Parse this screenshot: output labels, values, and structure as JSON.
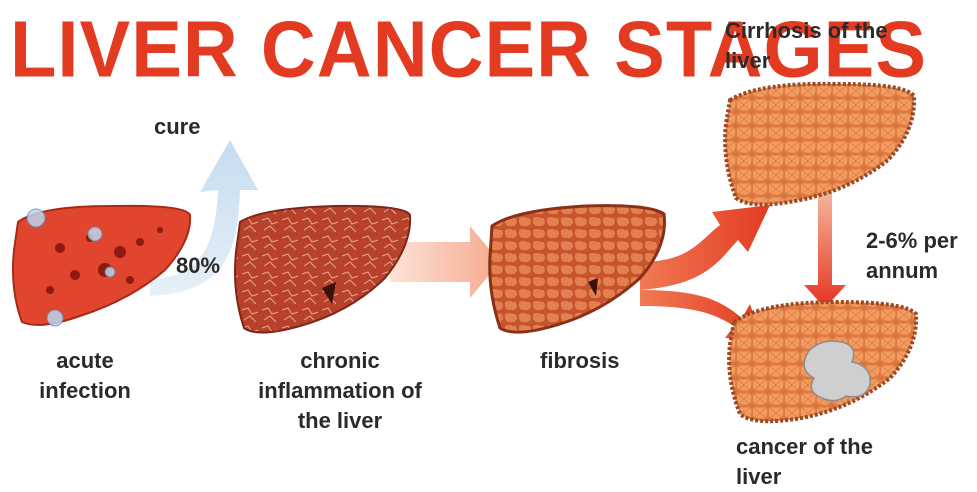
{
  "title": "LIVER CANCER STAGES",
  "labels": {
    "cure": "cure",
    "percent": "80%",
    "acute": [
      "acute",
      "infection"
    ],
    "chronic": [
      "chronic",
      "inflammation of",
      "the liver"
    ],
    "fibrosis": "fibrosis",
    "cirrhosis": [
      "Cirrhosis of the",
      "liver"
    ],
    "rate": [
      "2-6% per",
      "annum"
    ],
    "cancer": [
      "cancer of the",
      "liver"
    ]
  },
  "colors": {
    "title": "#e23b22",
    "arrow_light_blue": "#cfe3f3",
    "arrow_salmon": "#f4a58a",
    "arrow_red": "#e8452a",
    "liver_acute": "#e2452e",
    "liver_chronic": "#b8412c",
    "liver_fibrosis": "#c9542f",
    "liver_cirrhosis": "#d86a3a",
    "tumor": "#c9c9c9"
  },
  "icons": [
    "liver-acute-icon",
    "liver-chronic-icon",
    "liver-fibrosis-icon",
    "liver-cirrhosis-icon",
    "liver-cancer-icon"
  ]
}
